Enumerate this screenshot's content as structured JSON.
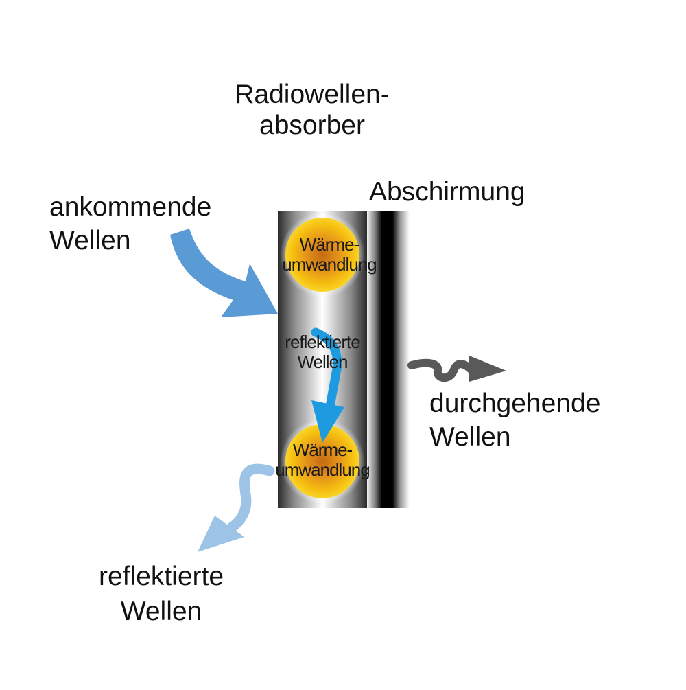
{
  "labels": {
    "absorber_line1": "Radiowellen-",
    "absorber_line2": "absorber",
    "shield": "Abschirmung",
    "incoming_line1": "ankommende",
    "incoming_line2": "Wellen",
    "transmitted_line1": "durchgehende",
    "transmitted_line2": "Wellen",
    "reflected_line1": "reflektierte",
    "reflected_line2": "Wellen",
    "inner_reflected_line1": "reflektierte",
    "inner_reflected_line2": "Wellen",
    "heat_top_line1": "Wärme-",
    "heat_top_line2": "umwandlung",
    "heat_bottom_line1": "Wärme-",
    "heat_bottom_line2": "umwandlung"
  },
  "colors": {
    "incoming_arrow": "#5b9bd5",
    "inner_arrow": "#1e9be0",
    "reflected_arrow": "#9dc3e6",
    "transmitted_arrow": "#595959",
    "heat_sphere": "#f5b80e",
    "shield_band": "#000000"
  }
}
